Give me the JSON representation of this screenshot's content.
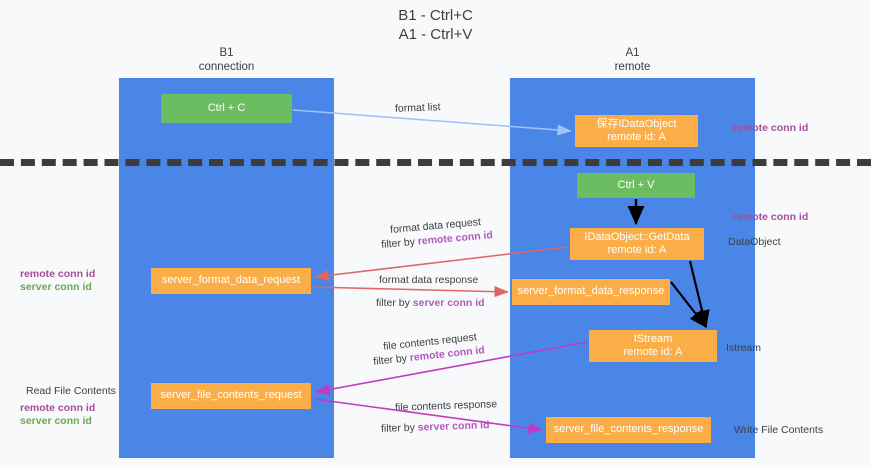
{
  "title": {
    "line1": "B1 - Ctrl+C",
    "line2": "A1 - Ctrl+V"
  },
  "columns": {
    "left": {
      "name": "B1",
      "role": "connection",
      "color": "#4a86e8"
    },
    "right": {
      "name": "A1",
      "role": "remote",
      "color": "#4a86e8"
    }
  },
  "boxes": {
    "ctrl_c": {
      "line1": "Ctrl + C",
      "line2": "",
      "color": "#6cbd62"
    },
    "idataobject_remote": {
      "line1": "保存IDataObject",
      "line2": "remote id: A",
      "color": "#fbae47"
    },
    "ctrl_v": {
      "line1": "Ctrl + V",
      "line2": "",
      "color": "#6cbd62"
    },
    "idataobject_getdata": {
      "line1": "IDataObject::GetData",
      "line2": "remote id: A",
      "color": "#fbae47"
    },
    "server_format_data_request": {
      "line1": "server_format_data_request",
      "line2": "",
      "color": "#fbae47"
    },
    "server_format_data_response": {
      "line1": "server_format_data_response",
      "line2": "",
      "color": "#fbae47"
    },
    "istream": {
      "line1": "IStream",
      "line2": "remote id: A",
      "color": "#fbae47"
    },
    "server_file_contents_request": {
      "line1": "server_file_contents_request",
      "line2": "",
      "color": "#fbae47"
    },
    "server_file_contents_response": {
      "line1": "server_file_contents_response",
      "line2": "",
      "color": "#fbae47"
    }
  },
  "flows": {
    "format_list": {
      "label": "format list",
      "color": "#9fc5f8"
    },
    "format_data_request": {
      "label": "format data request",
      "filter_prefix": "filter by ",
      "filter_key": "remote conn id",
      "color": "#e06666"
    },
    "format_data_response": {
      "label": "format data response",
      "filter_prefix": "filter by ",
      "filter_key": "server conn id",
      "color": "#e06666"
    },
    "file_contents_request": {
      "label": "file contents request",
      "filter_prefix": "filter by ",
      "filter_key": "remote conn id",
      "color": "#c13ac1"
    },
    "file_contents_response": {
      "label": "file contents response",
      "filter_prefix": "filter by ",
      "filter_key": "server conn id",
      "color": "#c13ac1"
    }
  },
  "annotations": {
    "right": {
      "remote_conn_id_top": "remote conn id",
      "remote_conn_id_mid": "remote conn id",
      "data_object": "DataObject",
      "istream": "Istream",
      "write_file_contents": "Write File Contents"
    },
    "left": {
      "remote_conn_id_1": "remote conn id",
      "server_conn_id_1": "server conn id",
      "read_file_contents": "Read File Contents",
      "remote_conn_id_2": "remote conn id",
      "server_conn_id_2": "server conn id"
    }
  },
  "colors": {
    "column_blue": "#4a86e8",
    "box_orange": "#fbae47",
    "box_green": "#6cbd62",
    "arrow_red": "#e06666",
    "arrow_magenta": "#c13ac1",
    "arrow_lightblue": "#9fc5f8",
    "arrow_black": "#000000",
    "purple_text": "#a64d9a",
    "green_text": "#6aa84f",
    "divider": "#3c3c3c",
    "background": "#f8f9fa"
  }
}
